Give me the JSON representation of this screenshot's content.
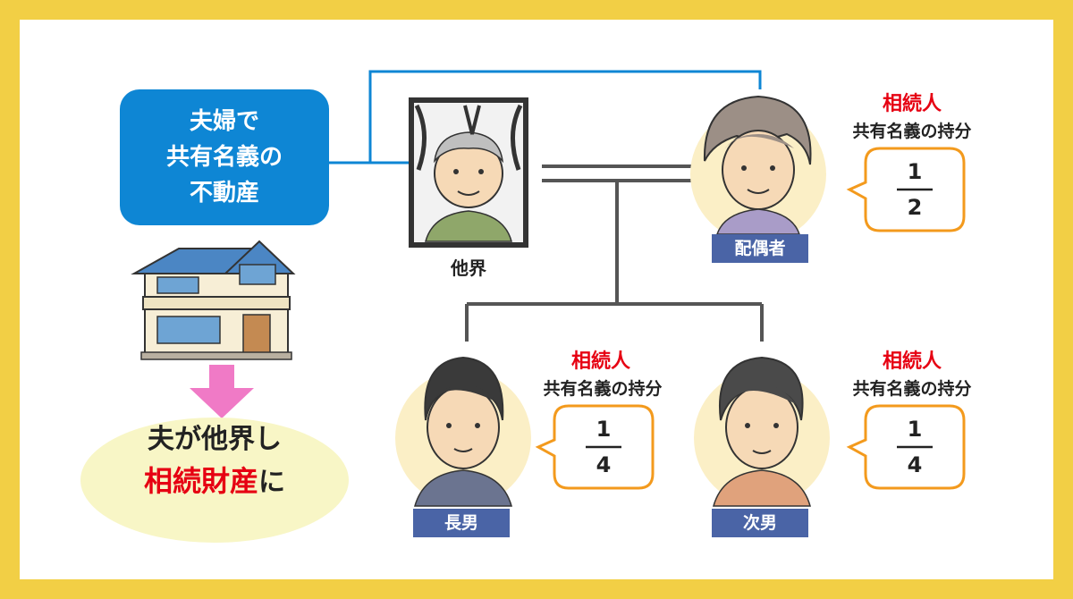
{
  "property_box": {
    "line1": "夫婦で",
    "line2": "共有名義の",
    "line3": "不動産"
  },
  "result": {
    "line1": "夫が他界し",
    "line2_red": "相続財産",
    "line2_black": "に"
  },
  "deceased": {
    "label": "他界"
  },
  "spouse": {
    "tag": "配偶者",
    "heir_label": "相続人",
    "share_label": "共有名義の持分",
    "numerator": "1",
    "denominator": "2"
  },
  "eldest_son": {
    "tag": "長男",
    "heir_label": "相続人",
    "share_label": "共有名義の持分",
    "numerator": "1",
    "denominator": "4"
  },
  "second_son": {
    "tag": "次男",
    "heir_label": "相続人",
    "share_label": "共有名義の持分",
    "numerator": "1",
    "denominator": "4"
  },
  "colors": {
    "frame": "#f2cf45",
    "blue": "#0e86d4",
    "orange": "#f39a1d",
    "red": "#e60012",
    "tag": "#4a64a6",
    "pink": "#f07ac6",
    "ellipse": "#f8f6c6"
  }
}
